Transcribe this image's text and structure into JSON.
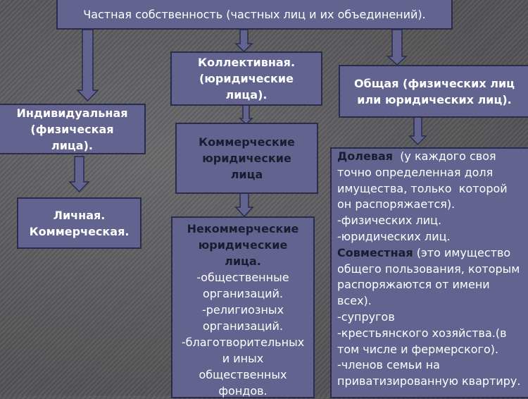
{
  "top": {
    "text": "Частная собственность (частных лиц и их объединений)."
  },
  "individual": {
    "lines": [
      "Индивидуальная",
      "(физическая",
      "лица)."
    ]
  },
  "personal": {
    "lines": [
      "Личная.",
      "Коммерческая."
    ]
  },
  "collective": {
    "lines": [
      "Коллективная.",
      "(юридические",
      "лица)."
    ]
  },
  "commercial": {
    "lines": [
      "Коммерческие",
      "юридические",
      "лица"
    ]
  },
  "noncommercial": {
    "title_lines": [
      "Некоммерческие",
      "юридические",
      "лица."
    ],
    "items_lines": [
      "-общественные",
      "организаций.",
      "-религиозных",
      "организаций.",
      "-благотворительных",
      "и иных",
      "общественных",
      "фондов."
    ]
  },
  "common": {
    "lines": [
      "Общая (физических лиц",
      "или юридических лиц)."
    ]
  },
  "shared": {
    "dolevaya_term": "Долевая",
    "dolevaya_lines": [
      "  (у каждого своя",
      "точно определенная доля",
      "имущества, только  которой",
      "он распоряжается).",
      "-физических лиц.",
      "-юридических лиц."
    ],
    "sovmestnaya_term": "Совместная",
    "sovmestnaya_lines": [
      " (это имущество",
      "общего пользования, которым",
      "распоряжаются от имени",
      "всех).",
      "-супругов",
      "-крестьянского хозяйства.(в",
      "том числе и фермерского).",
      "-членов семьи на",
      "приватизированную квартиру."
    ]
  },
  "colors": {
    "box_fill": "#63638f",
    "box_border": "#2b2b4d",
    "background": "#5b5b5d",
    "text_light": "#ffffff",
    "text_dark": "#1c1c30"
  }
}
